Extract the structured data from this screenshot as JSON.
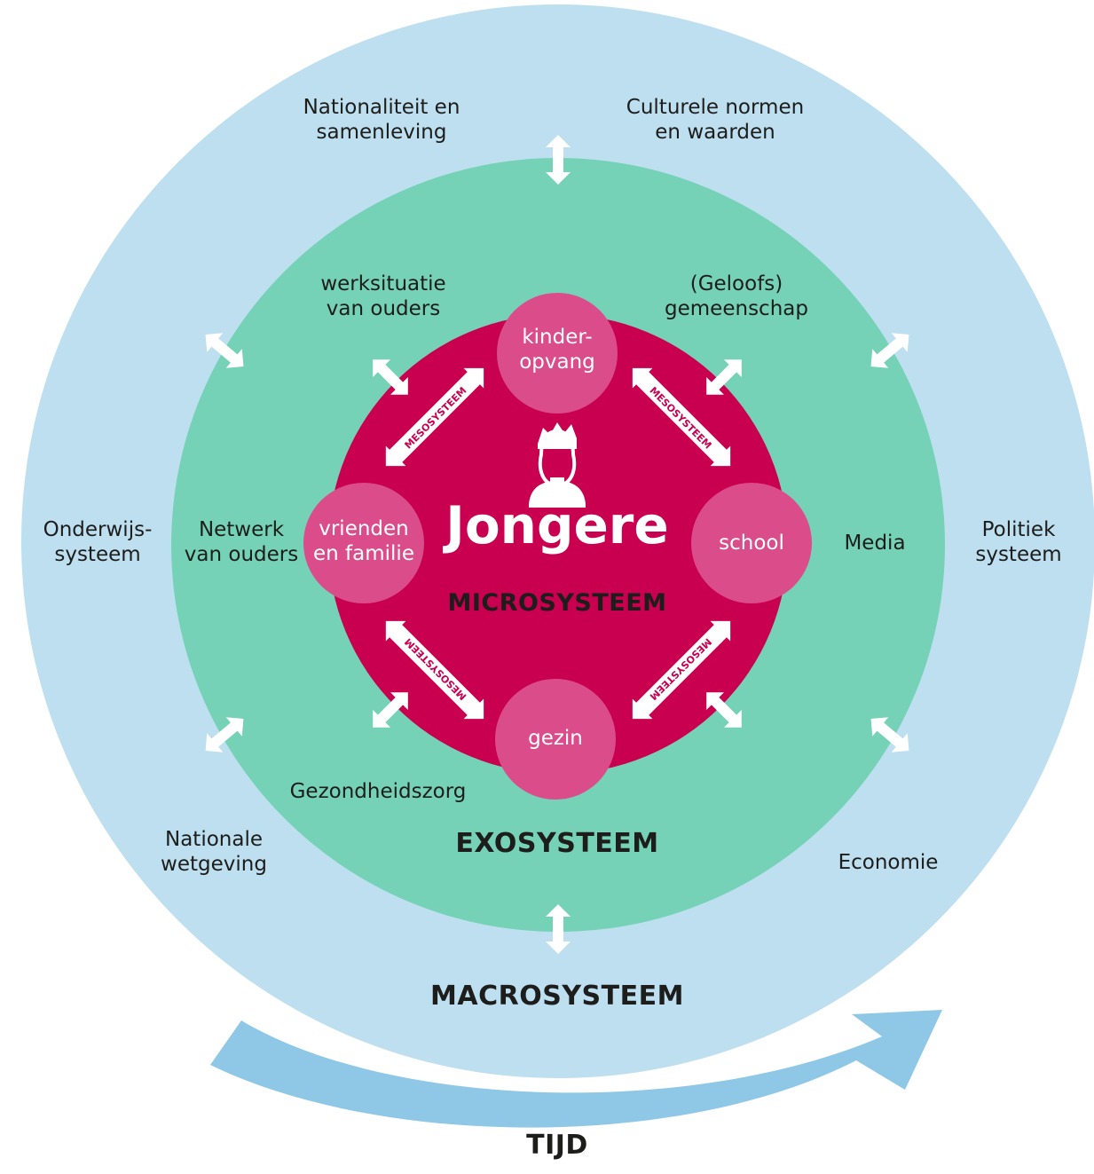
{
  "center": {
    "title": "Jongere"
  },
  "systems": {
    "micro": "MICROSYSTEEM",
    "exo": "EXOSYSTEEM",
    "macro": "MACROSYSTEEM",
    "time": "TIJD"
  },
  "meso_label": "MESOSYSTEEM",
  "micro_nodes": {
    "childcare": "kinder-\nopvang",
    "friends": "vrienden\nen familie",
    "school": "school",
    "family": "gezin"
  },
  "exo_items": {
    "parents_work": "werksituatie\nvan ouders",
    "faith": "(Geloofs)\ngemeenschap",
    "parents_network": "Netwerk\nvan ouders",
    "media": "Media",
    "healthcare": "Gezondheidszorg"
  },
  "macro_items": {
    "nationality": "Nationaliteit en\nsamenleving",
    "culture": "Culturele normen\nen waarden",
    "education": "Onderwijs-\nsysteem",
    "politics": "Politiek\nsysteem",
    "legislation": "Nationale\nwetgeving",
    "economy": "Economie"
  },
  "colors": {
    "macro": "#bddff0",
    "exo": "#76d2b6",
    "micro": "#c8004f",
    "node": "#db4c8a",
    "time_arrow": "#8ec8e6"
  }
}
